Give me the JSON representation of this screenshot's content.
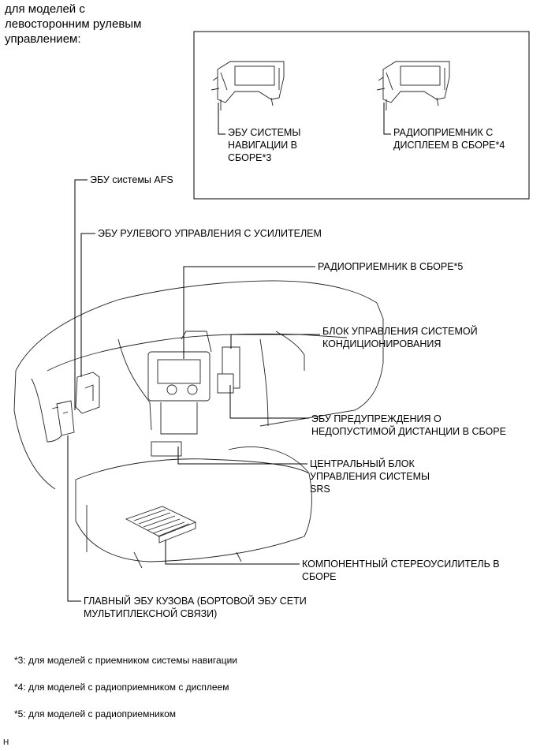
{
  "header": "для моделей с\nлевосторонним рулевым\nуправлением:",
  "inset": {
    "left_label": "ЭБУ СИСТЕМЫ\nНАВИГАЦИИ В\nСБОРЕ*3",
    "right_label": "РАДИОПРИЕМНИК С\nДИСПЛЕЕМ В СБОРЕ*4"
  },
  "labels": {
    "afs_ecu": "ЭБУ системы AFS",
    "power_steering_ecu": "ЭБУ РУЛЕВОГО УПРАВЛЕНИЯ С УСИЛИТЕЛЕМ",
    "radio_receiver": "РАДИОПРИЕМНИК В СБОРЕ*5",
    "ac_control": "БЛОК УПРАВЛЕНИЯ СИСТЕМОЙ\nКОНДИЦИОНИРОВАНИЯ",
    "clearance_warning_ecu": "ЭБУ ПРЕДУПРЕЖДЕНИЯ О\nНЕДОПУСТИМОЙ ДИСТАНЦИИ В СБОРЕ",
    "srs_center": "ЦЕНТРАЛЬНЫЙ БЛОК\nУПРАВЛЕНИЯ СИСТЕМЫ\nSRS",
    "stereo_amplifier": "КОМПОНЕНТНЫЙ СТЕРЕОУСИЛИТЕЛЬ В\nСБОРЕ",
    "main_body_ecu": "ГЛАВНЫЙ ЭБУ КУЗОВА (БОРТОВОЙ ЭБУ СЕТИ\nМУЛЬТИПЛЕКСНОЙ СВЯЗИ)"
  },
  "notes": [
    "*3: для моделей с приемником системы навигации",
    "*4: для моделей с радиоприемником с дисплеем",
    "*5: для моделей с радиоприемником"
  ],
  "footer_mark": "H"
}
